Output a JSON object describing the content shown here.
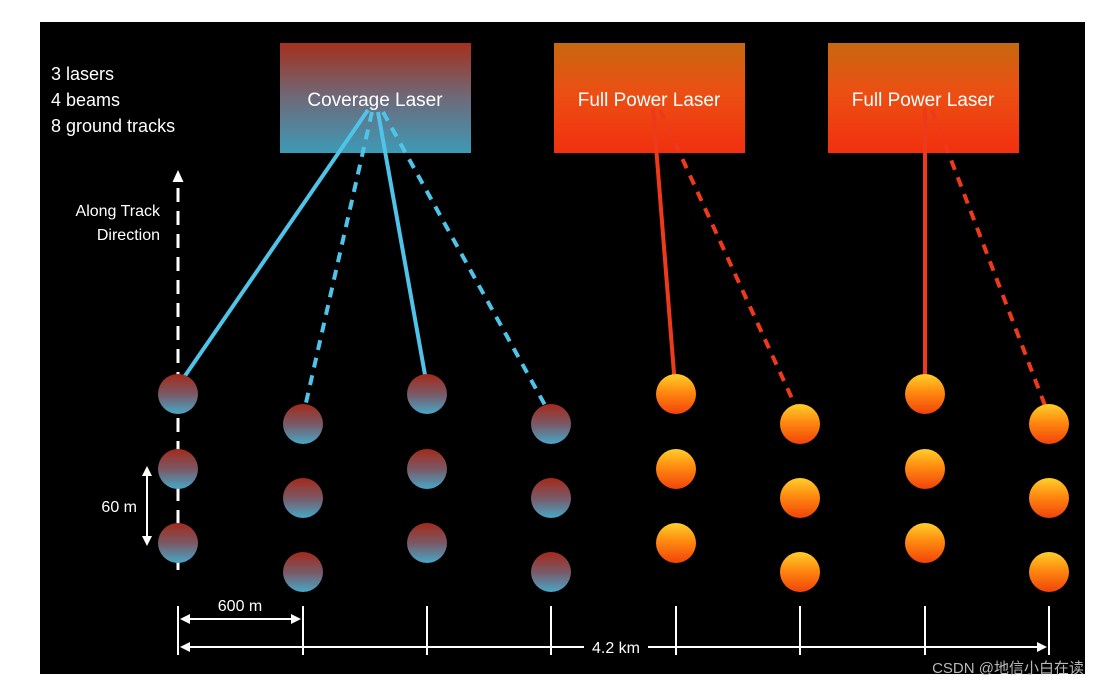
{
  "info": {
    "lasers": "3 lasers",
    "beams": "4 beams",
    "tracks": "8 ground tracks"
  },
  "boxes": {
    "coverage": "Coverage Laser",
    "full_power_1": "Full Power Laser",
    "full_power_2": "Full Power Laser"
  },
  "direction": {
    "line1": "Along Track",
    "line2": "Direction"
  },
  "dimensions": {
    "spacing_along": "60 m",
    "spacing_cross": "600 m",
    "total_width": "4.2 km"
  },
  "watermark": "CSDN @地信小白在读",
  "colors": {
    "background": "#000000",
    "coverage_beam": "#4fc3e8",
    "full_power_beam": "#ee3a1a",
    "coverage_box_top": "#a5301c",
    "coverage_box_bottom": "#3d9ab6",
    "full_power_box_top": "#c7680f",
    "full_power_box_bottom": "#f1300f"
  }
}
